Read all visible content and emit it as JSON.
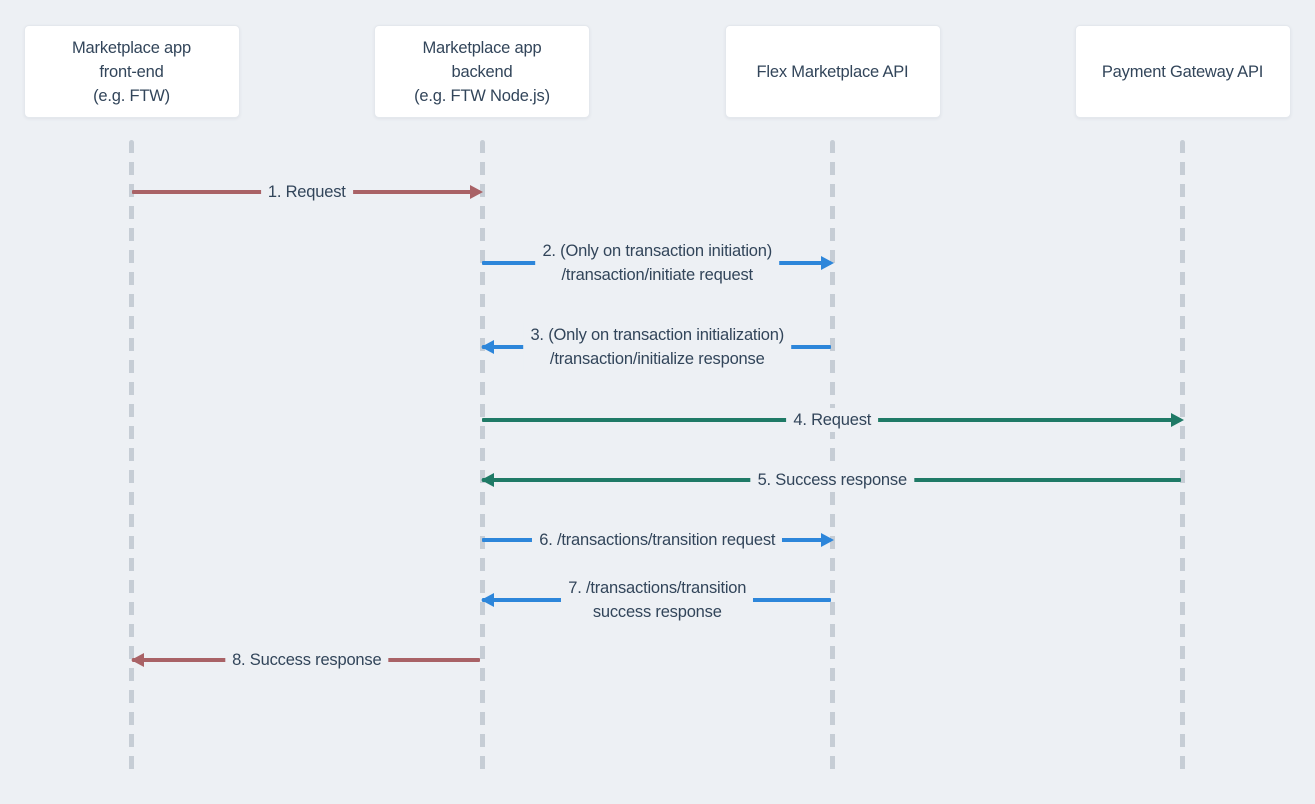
{
  "diagram": {
    "type": "sequence-diagram"
  },
  "colors": {
    "red": "#a96266",
    "blue": "#2d86da",
    "green": "#1f7a66",
    "lifeline": "#c6cdd5",
    "background": "#edf0f4",
    "box_background": "#ffffff",
    "text": "#32455a"
  },
  "participants": [
    {
      "id": "frontend",
      "lines": [
        "Marketplace app",
        "front-end",
        "(e.g. FTW)"
      ]
    },
    {
      "id": "backend",
      "lines": [
        "Marketplace app",
        "backend",
        "(e.g. FTW Node.js)"
      ]
    },
    {
      "id": "flex",
      "lines": [
        "Flex Marketplace API"
      ]
    },
    {
      "id": "gateway",
      "lines": [
        "Payment Gateway API"
      ]
    }
  ],
  "messages": [
    {
      "id": 1,
      "from": "frontend",
      "to": "backend",
      "color": "red",
      "lines": [
        "1. Request"
      ]
    },
    {
      "id": 2,
      "from": "backend",
      "to": "flex",
      "color": "blue",
      "lines": [
        "2. (Only on transaction initiation)",
        "/transaction/initiate request"
      ]
    },
    {
      "id": 3,
      "from": "flex",
      "to": "backend",
      "color": "blue",
      "lines": [
        "3. (Only on transaction initialization)",
        "/transaction/initialize response"
      ]
    },
    {
      "id": 4,
      "from": "backend",
      "to": "gateway",
      "color": "green",
      "lines": [
        "4. Request"
      ]
    },
    {
      "id": 5,
      "from": "gateway",
      "to": "backend",
      "color": "green",
      "lines": [
        "5. Success response"
      ]
    },
    {
      "id": 6,
      "from": "backend",
      "to": "flex",
      "color": "blue",
      "lines": [
        "6. /transactions/transition request"
      ]
    },
    {
      "id": 7,
      "from": "flex",
      "to": "backend",
      "color": "blue",
      "lines": [
        "7. /transactions/transition",
        "success response"
      ]
    },
    {
      "id": 8,
      "from": "backend",
      "to": "frontend",
      "color": "red",
      "lines": [
        "8. Success response"
      ]
    }
  ]
}
